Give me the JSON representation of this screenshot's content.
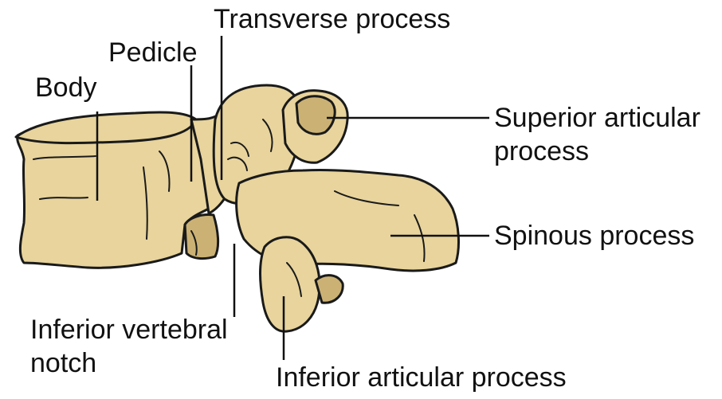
{
  "diagram": {
    "colors": {
      "bone": "#e8d49c",
      "bone_shadow": "#cbb274",
      "outline": "#1a1a1a",
      "background": "#ffffff"
    },
    "labels": {
      "transverse_process": "Transverse process",
      "pedicle": "Pedicle",
      "body": "Body",
      "superior_articular_line1": "Superior articular",
      "superior_articular_line2": "process",
      "spinous_process": "Spinous process",
      "inferior_vertebral_notch_line1": "Inferior vertebral",
      "inferior_vertebral_notch_line2": "notch",
      "inferior_articular_process": "Inferior articular process"
    }
  }
}
